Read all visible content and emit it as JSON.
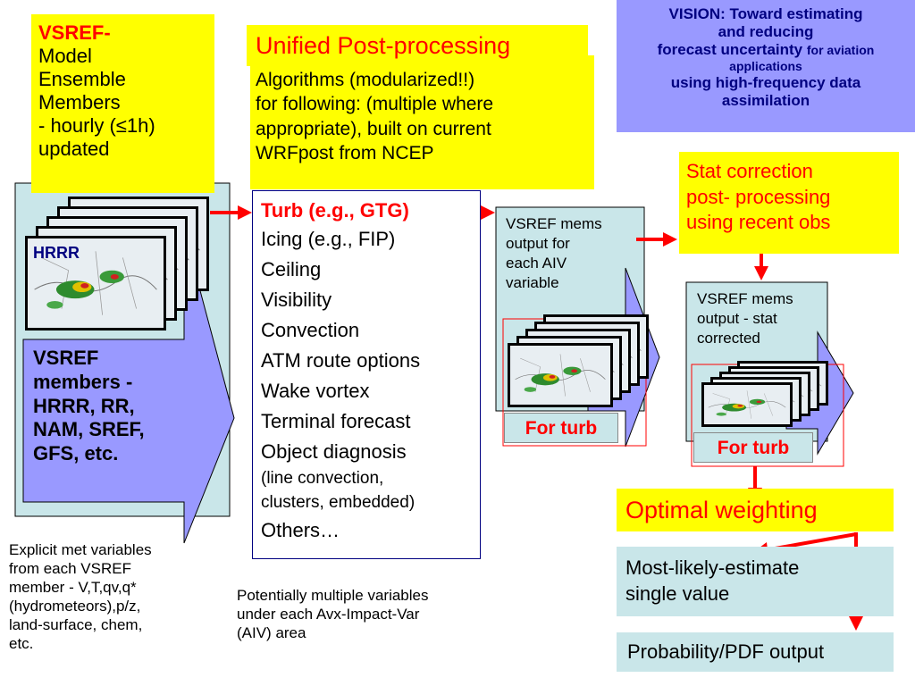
{
  "vision": {
    "line1": "VISION: Toward estimating",
    "line2": "and reducing",
    "line3a": "forecast uncertainty",
    "line3b": "for aviation",
    "line4": "applications",
    "line5": "using high-frequency data",
    "line6": "assimilation"
  },
  "vsref_box": {
    "title": "VSREF-",
    "lines": [
      "Model",
      "Ensemble",
      "Members",
      "- hourly (≤1h)",
      "updated"
    ]
  },
  "map_label": "HRRR",
  "members_panel": {
    "lines": [
      "VSREF",
      "members -",
      "HRRR, RR,",
      "NAM, SREF,",
      "GFS, etc."
    ]
  },
  "explicit_note": {
    "lines": [
      "Explicit met variables",
      "from each VSREF",
      "member - V,T,qv,q*",
      "(hydrometeors),p/z,",
      "land-surface, chem,",
      "etc."
    ]
  },
  "unified": {
    "title": "Unified Post-processing",
    "lines": [
      "Algorithms (modularized!!)",
      "for following: (multiple where",
      "appropriate), built on current",
      "WRFpost from NCEP"
    ]
  },
  "aiv_list": {
    "first": "Turb (e.g., GTG)",
    "items": [
      "Icing (e.g., FIP)",
      "Ceiling",
      "Visibility",
      "Convection",
      "ATM route options",
      "Wake vortex",
      "Terminal forecast",
      "Object diagnosis"
    ],
    "small_lines": [
      "(line convection,",
      "clusters, embedded)"
    ],
    "last": "Others…"
  },
  "aiv_note": {
    "lines": [
      "Potentially multiple variables",
      "under each Avx-Impact-Var",
      "(AIV) area"
    ]
  },
  "mems_output": {
    "lines": [
      "VSREF mems",
      "output for",
      "each AIV",
      "variable"
    ],
    "for_turb": "For turb"
  },
  "stat_correction": {
    "lines": [
      "Stat correction",
      "post- processing",
      "using recent obs"
    ]
  },
  "corrected_output": {
    "lines": [
      "VSREF mems",
      "output - stat",
      "corrected"
    ],
    "for_turb": "For turb"
  },
  "optimal_weighting": "Optimal weighting",
  "most_likely": {
    "lines": [
      "Most-likely-estimate",
      "single value"
    ]
  },
  "probability": "Probability/PDF output",
  "colors": {
    "yellow": "#ffff00",
    "teal": "#c9e6e9",
    "lavender": "#9999ff",
    "red": "#ff0000",
    "navy": "#000080"
  }
}
